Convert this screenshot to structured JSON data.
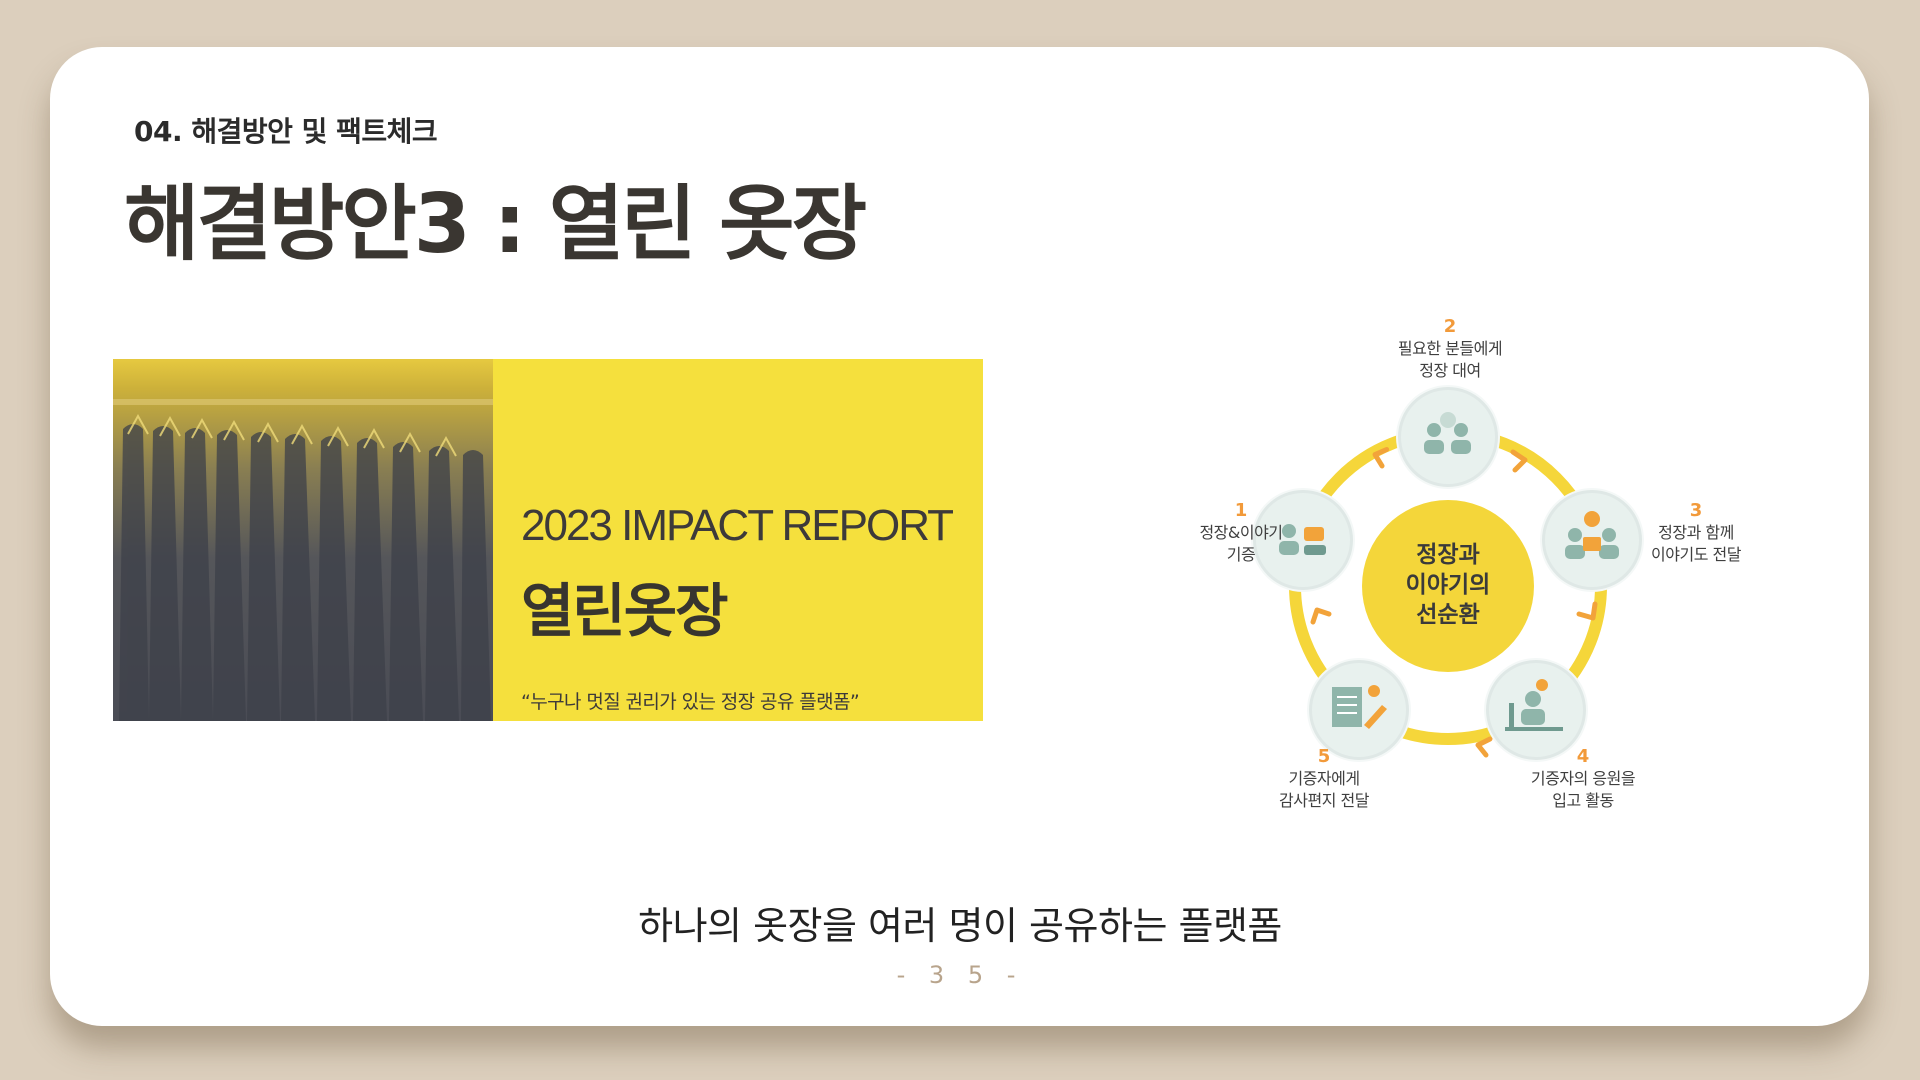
{
  "slide": {
    "section_label": "04. 해결방안 및 팩트체크",
    "title": "해결방안3 : 열린 옷장",
    "tagline": "하나의 옷장을 여러 명이 공유하는 플랫폼",
    "page_number": "- 3 5 -"
  },
  "banner": {
    "year_title": "2023 IMPACT REPORT",
    "name": "열린옷장",
    "quote": "“누구나 멋질 권리가 있는 정장 공유 플랫폼”"
  },
  "cycle": {
    "center_label": "정장과\n이야기의\n선순환",
    "steps": [
      {
        "number": "1",
        "label": "정장&이야기\n기증",
        "icon": "donate-icon"
      },
      {
        "number": "2",
        "label": "필요한 분들에게\n정장 대여",
        "icon": "people-icon"
      },
      {
        "number": "3",
        "label": "정장과 함께\n이야기도 전달",
        "icon": "share-story-icon"
      },
      {
        "number": "4",
        "label": "기증자의 응원을\n입고 활동",
        "icon": "wear-support-icon"
      },
      {
        "number": "5",
        "label": "기증자에게\n감사편지 전달",
        "icon": "letter-icon"
      }
    ],
    "colors": {
      "ring": "#f5d63a",
      "arrow": "#f2a33a",
      "node": "#e8f1ee",
      "accent": "#f29a3a"
    }
  }
}
